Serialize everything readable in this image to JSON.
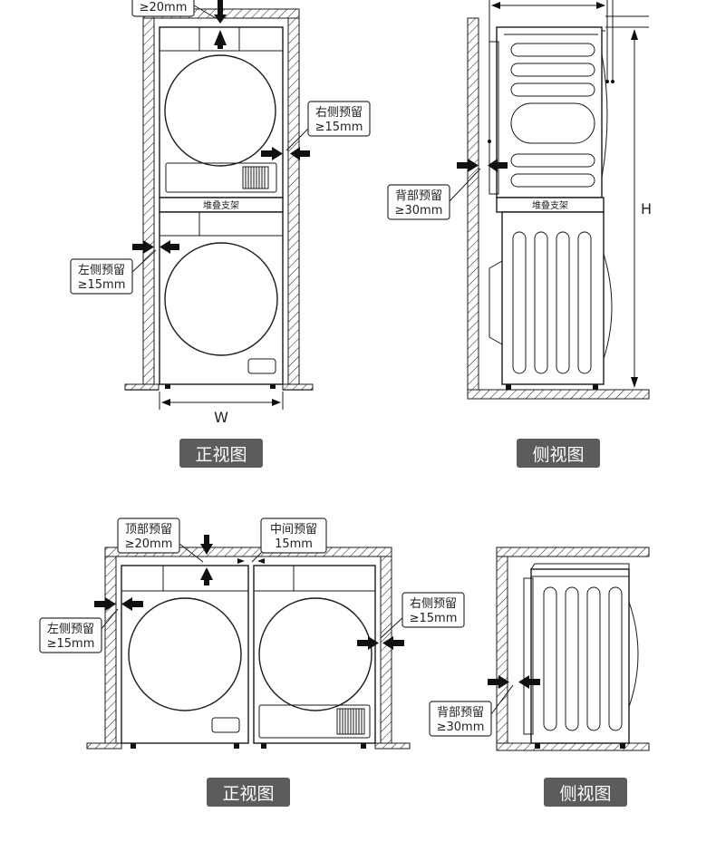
{
  "labels": {
    "top_gap_partial": "≥20mm",
    "right_gap": "右侧预留",
    "right_gap_value": "≥15mm",
    "left_gap": "左侧预留",
    "left_gap_value": "≥15mm",
    "back_gap": "背部预留",
    "back_gap_value": "≥30mm",
    "top_gap": "顶部预留",
    "top_gap_value": "≥20mm",
    "middle_gap": "中间预留",
    "middle_gap_value": "15mm",
    "stack_bracket": "堆叠支架",
    "width_dim": "W",
    "height_dim": "H"
  },
  "captions": {
    "front_view": "正视图",
    "side_view": "侧视图"
  }
}
